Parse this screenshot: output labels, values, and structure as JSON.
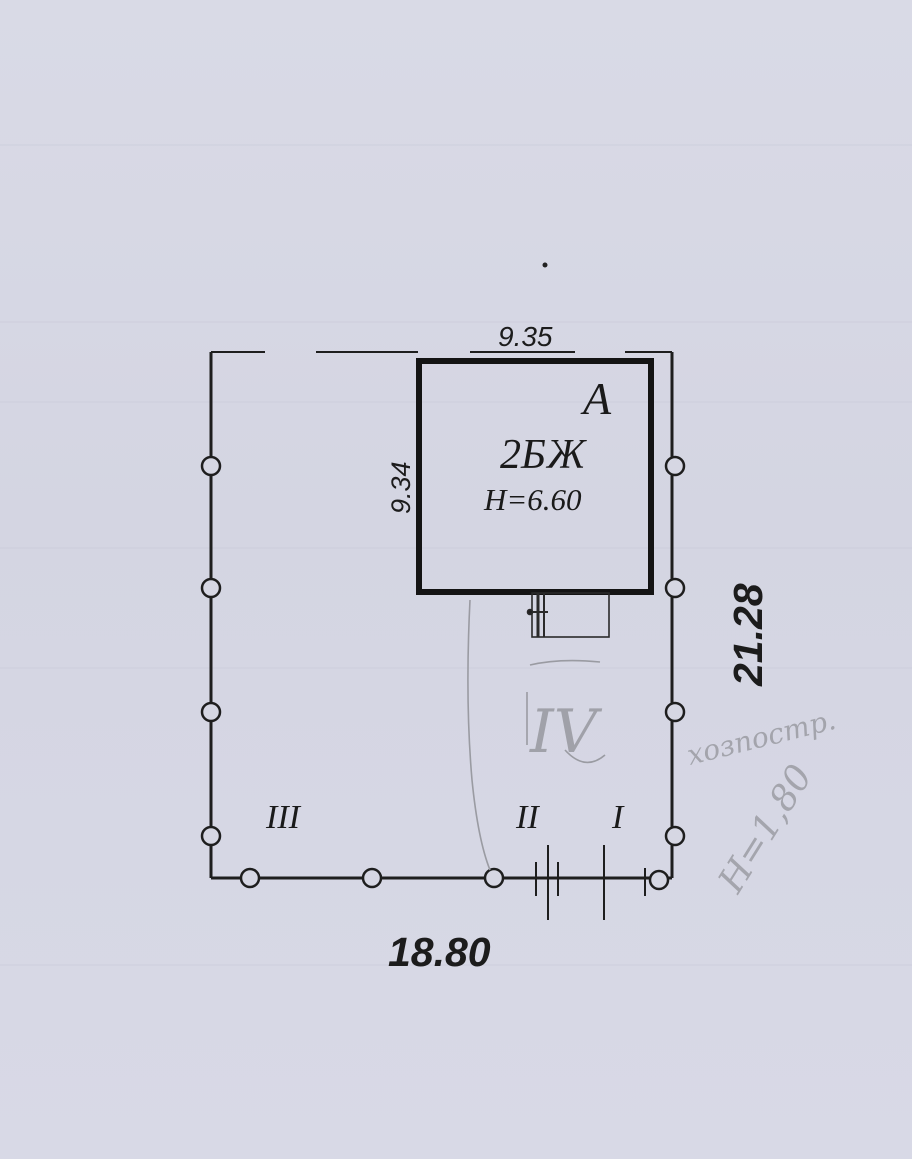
{
  "building": {
    "letter": "А",
    "code": "2БЖ",
    "height": "H=6.60",
    "width_label": "9.35",
    "depth_label": "9.34"
  },
  "site": {
    "width_label": "18.80",
    "depth_label": "21.28",
    "section_labels": [
      "III",
      "II",
      "I"
    ]
  },
  "handwritten": {
    "roman": "IV",
    "note": "хозпостр.",
    "height_note": "H=1,80"
  }
}
